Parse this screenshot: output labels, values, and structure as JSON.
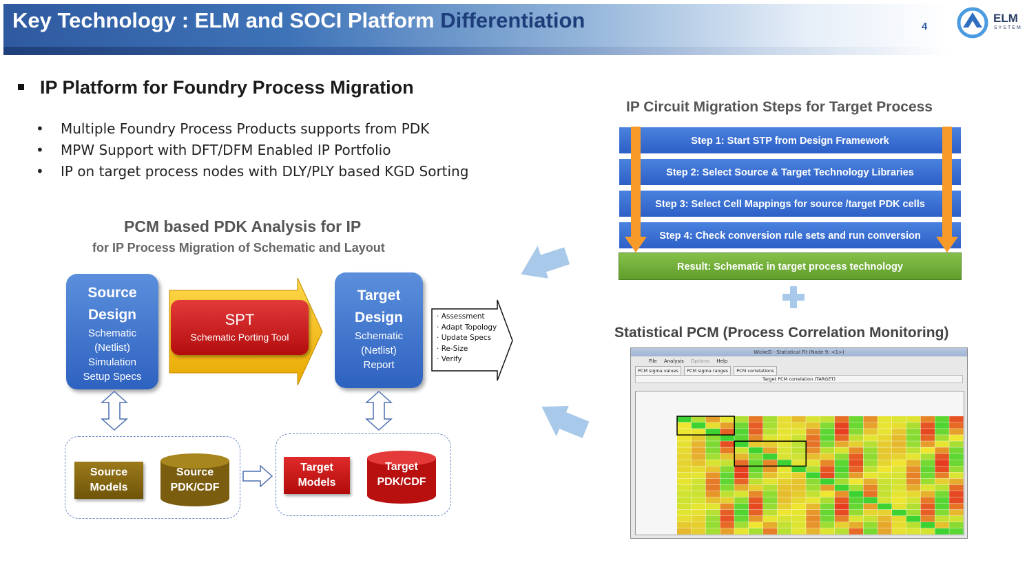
{
  "header": {
    "title_part1": "Key Technology : ELM and SOCI Platform ",
    "title_part2": "Differentiation",
    "page_number": "4",
    "logo_text": "ELM",
    "logo_sub": "SYSTEM"
  },
  "section": {
    "title": "IP Platform for Foundry Process Migration",
    "bullets": [
      "Multiple Foundry Process Products supports from PDK",
      "MPW Support with DFT/DFM Enabled IP Portfolio",
      "IP on target process nodes with DLY/PLY based KGD Sorting"
    ]
  },
  "pcm": {
    "title": "PCM based PDK Analysis for IP",
    "subtitle": "for IP Process Migration of Schematic and Layout"
  },
  "source_design": {
    "title_line1": "Source",
    "title_line2": "Design",
    "lines": [
      "Schematic",
      "(Netlist)",
      "Simulation",
      "Setup Specs"
    ]
  },
  "spt": {
    "title": "SPT",
    "subtitle": "Schematic Porting Tool"
  },
  "target_design": {
    "title_line1": "Target",
    "title_line2": "Design",
    "lines": [
      "Schematic",
      "(Netlist)",
      "Report"
    ]
  },
  "callout_items": [
    "Assessment",
    "Adapt Topology",
    "Update Specs",
    "Re-Size",
    "Verify"
  ],
  "models": {
    "source_models": [
      "Source",
      "Models"
    ],
    "source_pdk": [
      "Source",
      "PDK/CDF"
    ],
    "target_models": [
      "Target",
      "Models"
    ],
    "target_pdk": [
      "Target",
      "PDK/CDF"
    ]
  },
  "steps": {
    "title": "IP Circuit Migration Steps for Target Process",
    "items": [
      "Step 1: Start STP from Design Framework",
      "Step 2: Select Source & Target Technology Libraries",
      "Step 3: Select Cell Mappings for source /target PDK cells",
      "Step 4: Check conversion rule sets and run conversion"
    ],
    "result": "Result: Schematic in target process technology"
  },
  "statistical": {
    "title": "Statistical PCM (Process Correlation Monitoring)",
    "window_title": "WickeD - Statistical Fit (Node 9: <1>)",
    "menu": [
      "File",
      "Analysis",
      "Options",
      "Help"
    ],
    "tabs": [
      "PCM sigma values",
      "PCM sigma ranges",
      "PCM correlations"
    ],
    "subheader": "Target PCM correlation (TARGET)"
  },
  "colors": {
    "accent_blue": "#2e62c0",
    "spt_red": "#c41818",
    "model_gold": "#8a6a12",
    "result_green": "#6aa832",
    "arrow_orange": "#f79a2a",
    "yellow_arrow": "#f5c400"
  }
}
